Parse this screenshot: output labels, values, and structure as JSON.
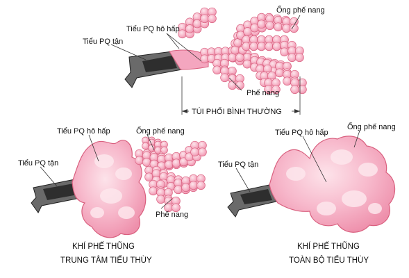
{
  "top": {
    "label_alveolar_duct": "Ống phế nang",
    "label_respiratory_bronchiole": "Tiểu PQ hô hấp",
    "label_terminal_bronchiole": "Tiểu PQ tận",
    "label_alveoli": "Phế nang",
    "caption": "TÚI PHỔI BÌNH THƯỜNG"
  },
  "left": {
    "label_respiratory_bronchiole": "Tiểu PQ hô hấp",
    "label_alveolar_duct": "Ống phế nang",
    "label_terminal_bronchiole": "Tiểu PQ tận",
    "label_alveoli": "Phế nang",
    "caption_line1": "KHÍ PHẾ THŨNG",
    "caption_line2": "TRUNG TÂM TIỂU THÙY"
  },
  "right": {
    "label_alveolar_duct": "Ống phế nang",
    "label_respiratory_bronchiole": "Tiểu PQ hô hấp",
    "label_terminal_bronchiole": "Tiểu PQ tận",
    "caption_line1": "KHÍ PHẾ THŨNG",
    "caption_line2": "TOÀN BỘ TIỂU THÙY"
  },
  "colors": {
    "tissue": "#f4a6bf",
    "tissue_light": "#fbd2de",
    "tissue_outline": "#d9607f",
    "bronchiole_dark": "#3b3b3b"
  }
}
